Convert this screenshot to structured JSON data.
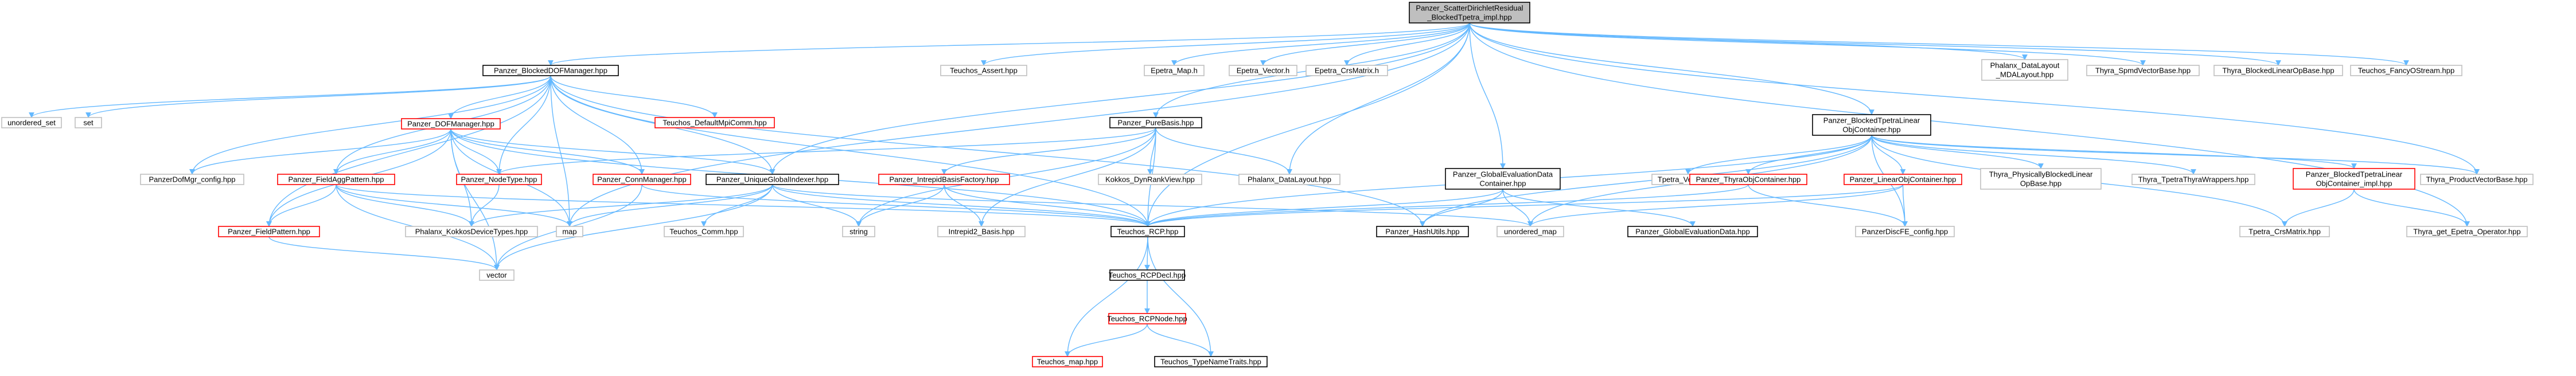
{
  "colors": {
    "root_fill": "#bfbfbf",
    "root_stroke": "#000000",
    "linked_stroke": "#000000",
    "undocumented_stroke": "#ff0000",
    "external_stroke": "#bfbfbf",
    "edge": "#63b8ff"
  },
  "diagram": {
    "nodes": [
      {
        "id": "root",
        "lines": [
          "Panzer_ScatterDirichletResidual",
          "_BlockedTpetra_impl.hpp"
        ],
        "kind": "root"
      },
      {
        "id": "bdof",
        "lines": [
          "Panzer_BlockedDOFManager.hpp"
        ],
        "kind": "linked"
      },
      {
        "id": "assert",
        "lines": [
          "Teuchos_Assert.hpp"
        ],
        "kind": "external"
      },
      {
        "id": "epmap",
        "lines": [
          "Epetra_Map.h"
        ],
        "kind": "external"
      },
      {
        "id": "epvec",
        "lines": [
          "Epetra_Vector.h"
        ],
        "kind": "external"
      },
      {
        "id": "epcrs",
        "lines": [
          "Epetra_CrsMatrix.h"
        ],
        "kind": "external"
      },
      {
        "id": "mdal",
        "lines": [
          "Phalanx_DataLayout",
          "_MDALayout.hpp"
        ],
        "kind": "external"
      },
      {
        "id": "spmd",
        "lines": [
          "Thyra_SpmdVectorBase.hpp"
        ],
        "kind": "external"
      },
      {
        "id": "blo",
        "lines": [
          "Thyra_BlockedLinearOpBase.hpp"
        ],
        "kind": "external"
      },
      {
        "id": "fancy",
        "lines": [
          "Teuchos_FancyOStream.hpp"
        ],
        "kind": "external"
      },
      {
        "id": "uset",
        "lines": [
          "unordered_set"
        ],
        "kind": "external"
      },
      {
        "id": "set",
        "lines": [
          "set"
        ],
        "kind": "external"
      },
      {
        "id": "defcomm",
        "lines": [
          "Teuchos_DefaultMpiComm.hpp"
        ],
        "kind": "undocumented"
      },
      {
        "id": "dofm",
        "lines": [
          "Panzer_DOFManager.hpp"
        ],
        "kind": "undocumented"
      },
      {
        "id": "dofcfg",
        "lines": [
          "PanzerDofMgr_config.hpp"
        ],
        "kind": "external"
      },
      {
        "id": "faggr",
        "lines": [
          "Panzer_FieldAggPattern.hpp"
        ],
        "kind": "undocumented"
      },
      {
        "id": "ntype",
        "lines": [
          "Panzer_NodeType.hpp"
        ],
        "kind": "undocumented"
      },
      {
        "id": "cmgr",
        "lines": [
          "Panzer_ConnManager.hpp"
        ],
        "kind": "undocumented"
      },
      {
        "id": "ugi",
        "lines": [
          "Panzer_UniqueGlobalIndexer.hpp"
        ],
        "kind": "linked"
      },
      {
        "id": "fpat",
        "lines": [
          "Panzer_FieldPattern.hpp"
        ],
        "kind": "undocumented"
      },
      {
        "id": "kdev",
        "lines": [
          "Phalanx_KokkosDeviceTypes.hpp"
        ],
        "kind": "external"
      },
      {
        "id": "map",
        "lines": [
          "map"
        ],
        "kind": "external"
      },
      {
        "id": "vector",
        "lines": [
          "vector"
        ],
        "kind": "external"
      },
      {
        "id": "tcomm",
        "lines": [
          "Teuchos_Comm.hpp"
        ],
        "kind": "external"
      },
      {
        "id": "pbasis",
        "lines": [
          "Panzer_PureBasis.hpp"
        ],
        "kind": "linked"
      },
      {
        "id": "ibf",
        "lines": [
          "Panzer_IntrepidBasisFactory.hpp"
        ],
        "kind": "undocumented"
      },
      {
        "id": "kdrv",
        "lines": [
          "Kokkos_DynRankView.hpp"
        ],
        "kind": "external"
      },
      {
        "id": "pdl",
        "lines": [
          "Phalanx_DataLayout.hpp"
        ],
        "kind": "external"
      },
      {
        "id": "string",
        "lines": [
          "string"
        ],
        "kind": "external"
      },
      {
        "id": "intb",
        "lines": [
          "Intrepid2_Basis.hpp"
        ],
        "kind": "external"
      },
      {
        "id": "rcp",
        "lines": [
          "Teuchos_RCP.hpp"
        ],
        "kind": "linked"
      },
      {
        "id": "rcpd",
        "lines": [
          "Teuchos_RCPDecl.hpp"
        ],
        "kind": "linked"
      },
      {
        "id": "rcpn",
        "lines": [
          "Teuchos_RCPNode.hpp"
        ],
        "kind": "undocumented"
      },
      {
        "id": "tmap",
        "lines": [
          "Teuchos_map.hpp"
        ],
        "kind": "undocumented"
      },
      {
        "id": "ttn",
        "lines": [
          "Teuchos_TypeNameTraits.hpp"
        ],
        "kind": "linked"
      },
      {
        "id": "gedc",
        "lines": [
          "Panzer_GlobalEvaluationData",
          "Container.hpp"
        ],
        "kind": "linked"
      },
      {
        "id": "hash",
        "lines": [
          "Panzer_HashUtils.hpp"
        ],
        "kind": "linked"
      },
      {
        "id": "umap",
        "lines": [
          "unordered_map"
        ],
        "kind": "external"
      },
      {
        "id": "ged",
        "lines": [
          "Panzer_GlobalEvaluationData.hpp"
        ],
        "kind": "linked"
      },
      {
        "id": "btloc",
        "lines": [
          "Panzer_BlockedTpetraLinear",
          "ObjContainer.hpp"
        ],
        "kind": "linked"
      },
      {
        "id": "tpvec",
        "lines": [
          "Tpetra_Vector.hpp"
        ],
        "kind": "external"
      },
      {
        "id": "thoc",
        "lines": [
          "Panzer_ThyraObjContainer.hpp"
        ],
        "kind": "undocumented"
      },
      {
        "id": "loc",
        "lines": [
          "Panzer_LinearObjContainer.hpp"
        ],
        "kind": "undocumented"
      },
      {
        "id": "pblo",
        "lines": [
          "Thyra_PhysicallyBlockedLinear",
          "OpBase.hpp"
        ],
        "kind": "external"
      },
      {
        "id": "ttw",
        "lines": [
          "Thyra_TpetraThyraWrappers.hpp"
        ],
        "kind": "external"
      },
      {
        "id": "btimpl",
        "lines": [
          "Panzer_BlockedTpetraLinear",
          "ObjContainer_impl.hpp"
        ],
        "kind": "undocumented"
      },
      {
        "id": "pvb",
        "lines": [
          "Thyra_ProductVectorBase.hpp"
        ],
        "kind": "external"
      },
      {
        "id": "dfe",
        "lines": [
          "PanzerDiscFE_config.hpp"
        ],
        "kind": "external"
      },
      {
        "id": "tcrs",
        "lines": [
          "Tpetra_CrsMatrix.hpp"
        ],
        "kind": "external"
      },
      {
        "id": "geo",
        "lines": [
          "Thyra_get_Epetra_Operator.hpp"
        ],
        "kind": "external"
      }
    ]
  }
}
